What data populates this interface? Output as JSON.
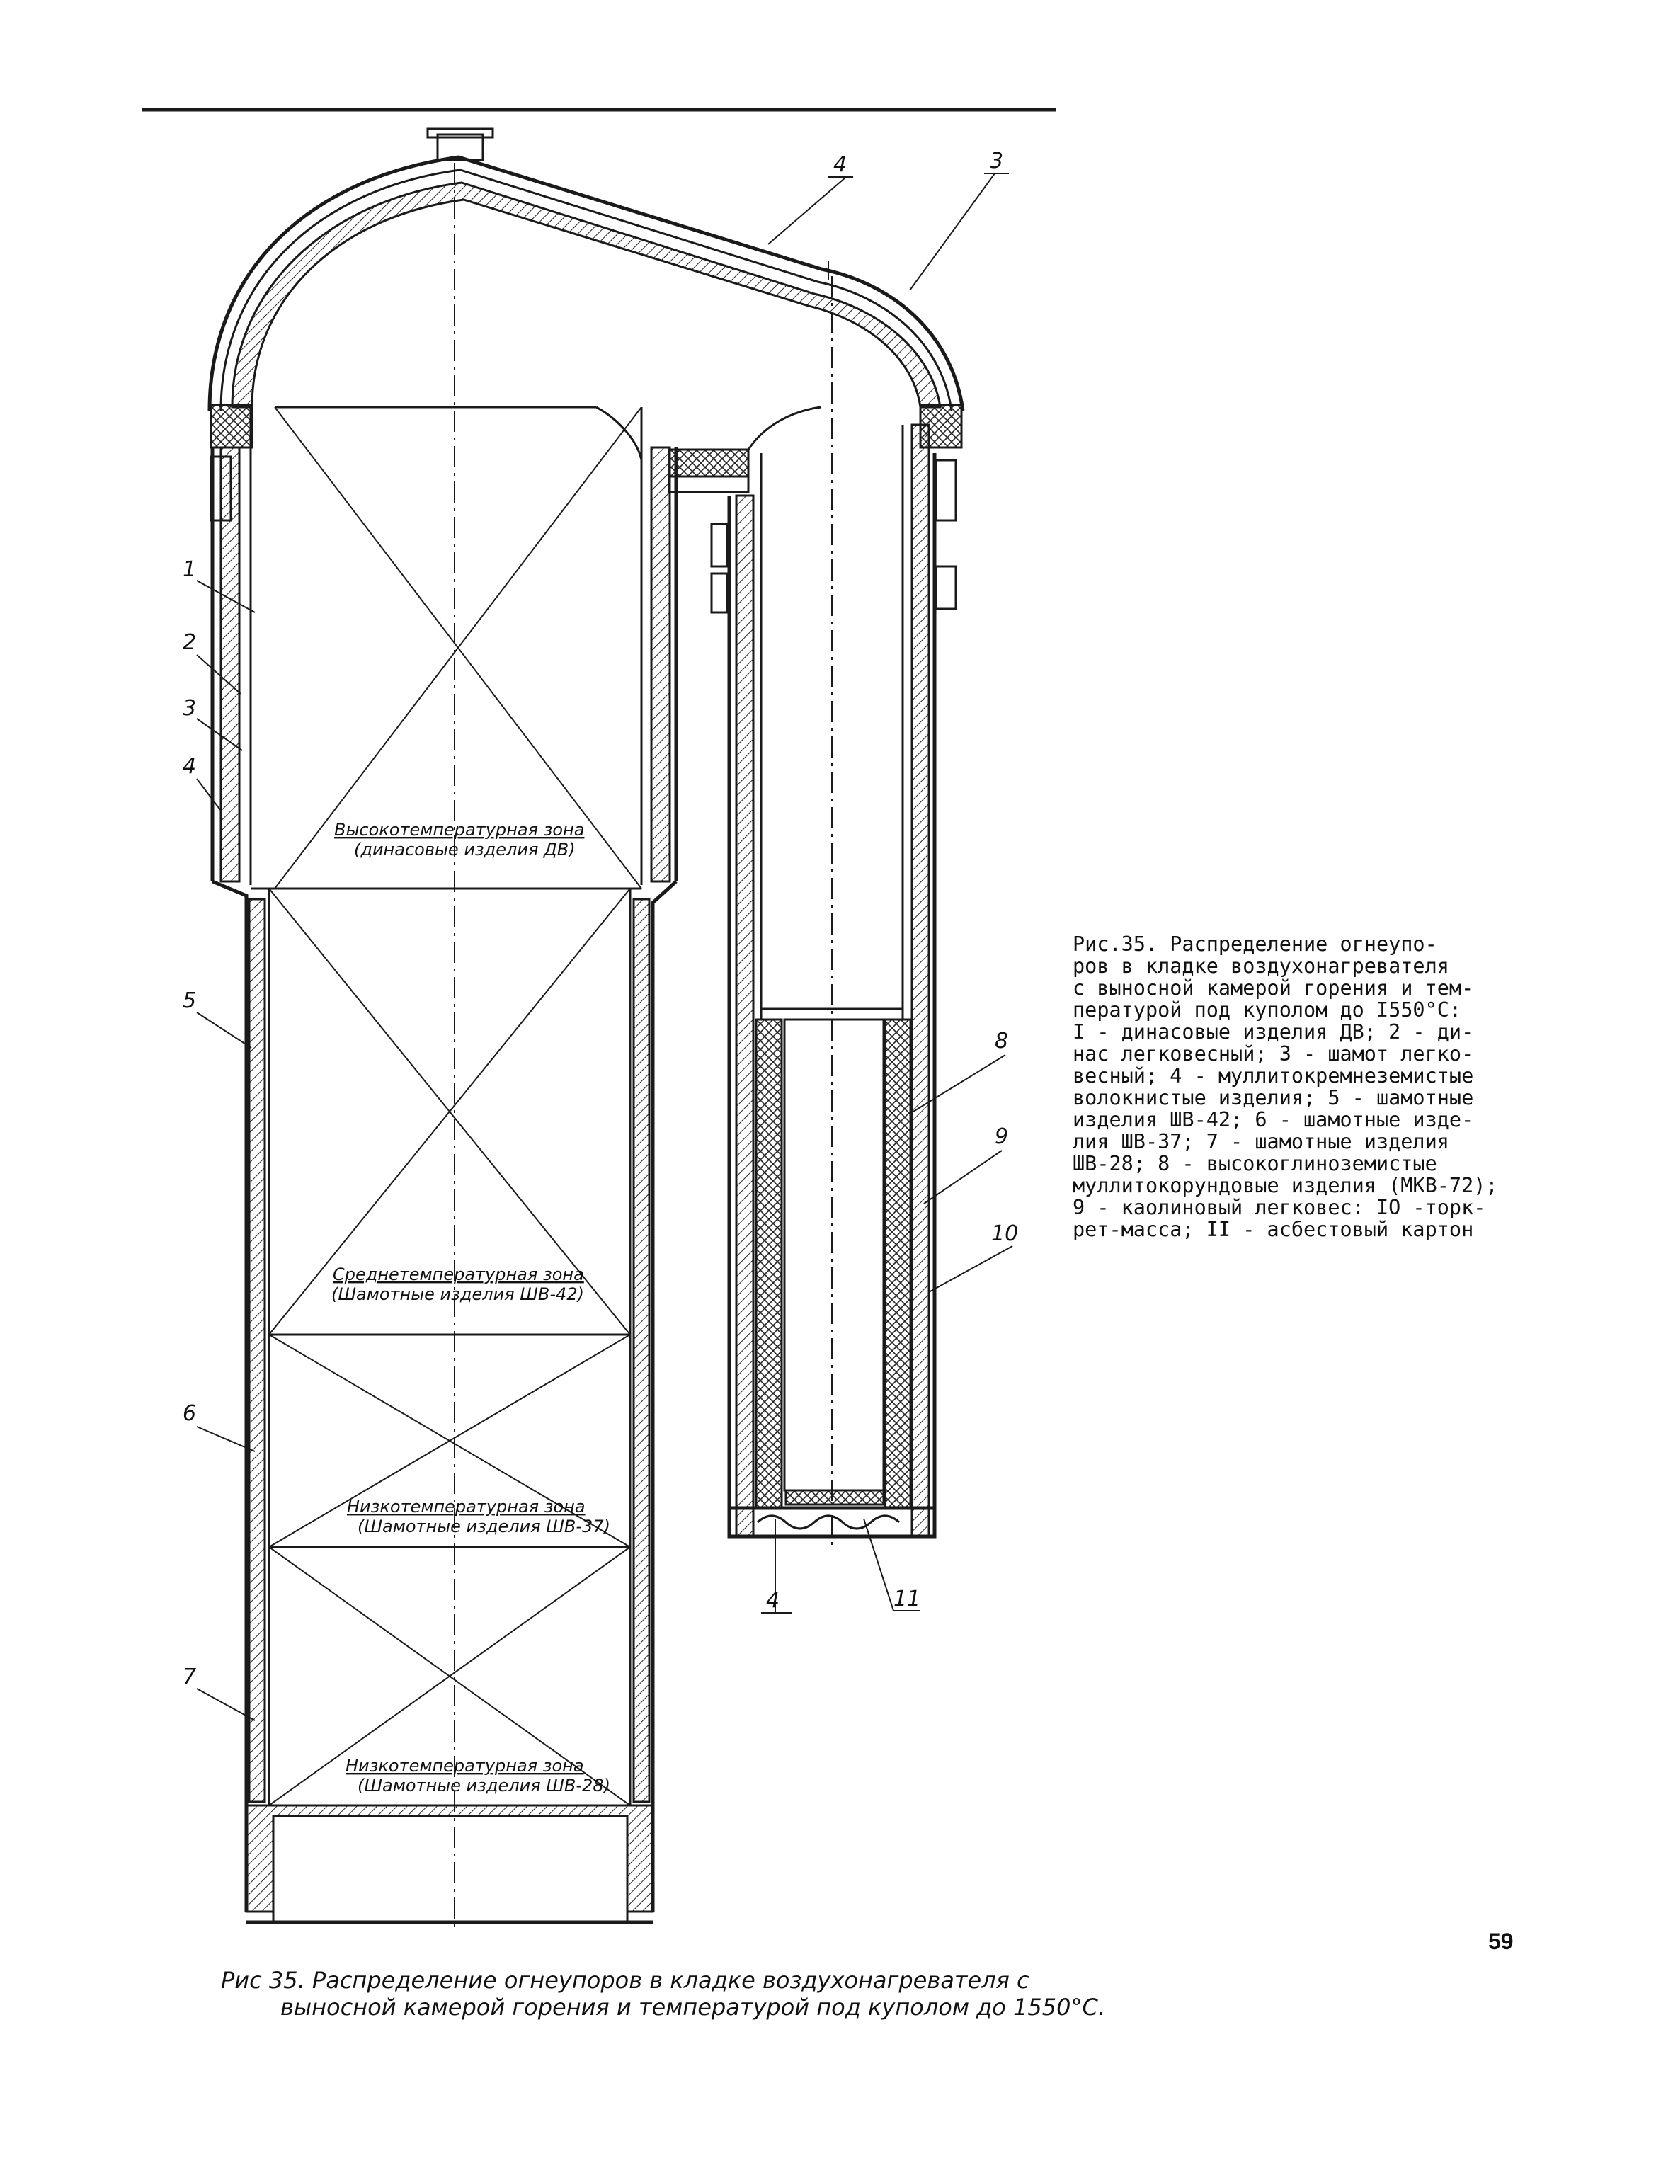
{
  "figure": {
    "callouts": {
      "c1": "1",
      "c2": "2",
      "c3": "3",
      "c4": "4",
      "c5": "5",
      "c6": "6",
      "c7": "7",
      "c8": "8",
      "c9": "9",
      "c10": "10",
      "c11": "11",
      "top4": "4",
      "top3": "3",
      "bottom4": "4"
    },
    "zones": {
      "high": {
        "title": "Высокотемпературная зона",
        "sub": "(динасовые изделия ДВ)"
      },
      "mid": {
        "title": "Среднетемпературная зона",
        "sub": "(Шамотные изделия ШВ-42)"
      },
      "low1": {
        "title": "Низкотемпературная зона",
        "sub": "(Шамотные изделия ШВ-37)"
      },
      "low2": {
        "title": "Низкотемпературная зона",
        "sub": "(Шамотные изделия ШВ-28)"
      }
    }
  },
  "legend_text": [
    "Рис.35. Распределение огнеупо-",
    "ров в кладке воздухонагревателя",
    "с выносной камерой горения и тем-",
    "пературой под куполом до I550°С:",
    "I - динасовые изделия ДВ; 2 - ди-",
    "нас легковесный; 3 - шамот легко-",
    "весный; 4 - муллитокремнеземистые",
    "волокнистые изделия; 5 - шамотные",
    "изделия ШВ-42; 6 - шамотные изде-",
    "лия ШВ-37; 7 - шамотные изделия",
    "ШВ-28; 8 - высокоглиноземистые",
    "муллитокорундовые изделия (МКВ-72);",
    "9 - каолиновый легковес: IO -торк-",
    "рет-масса; II - асбестовый картон"
  ],
  "bottom_caption": {
    "line1": "Рис 35. Распределение огнеупоров в кладке воздухонагревателя с",
    "line2": "выносной  камерой горения и температурой под куполом до 1550°С."
  },
  "page_number": "59"
}
